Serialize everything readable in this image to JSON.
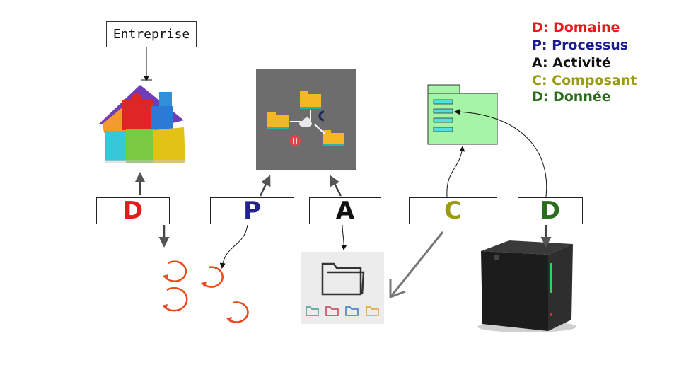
{
  "entreprise_label": "Entreprise",
  "legend": [
    {
      "text": "D: Domaine",
      "color": "#e31b1b"
    },
    {
      "text": "P: Processus",
      "color": "#1b1b8c"
    },
    {
      "text": "A: Activité",
      "color": "#111111"
    },
    {
      "text": "C: Composant",
      "color": "#9a9a14"
    },
    {
      "text": "D: Donnée",
      "color": "#2a6d1c"
    }
  ],
  "letters": [
    {
      "text": "D",
      "color": "#e31b1b"
    },
    {
      "text": "P",
      "color": "#24238e"
    },
    {
      "text": "A",
      "color": "#111111"
    },
    {
      "text": "C",
      "color": "#9a9a14"
    },
    {
      "text": "D",
      "color": "#2a6d1c"
    }
  ],
  "icons": {
    "house": "puzzle-house-icon",
    "network": "folder-network-icon",
    "cycles": "process-cycles-icon",
    "folders": "folders-icon",
    "component": "component-diagram-icon",
    "server": "server-icon"
  }
}
